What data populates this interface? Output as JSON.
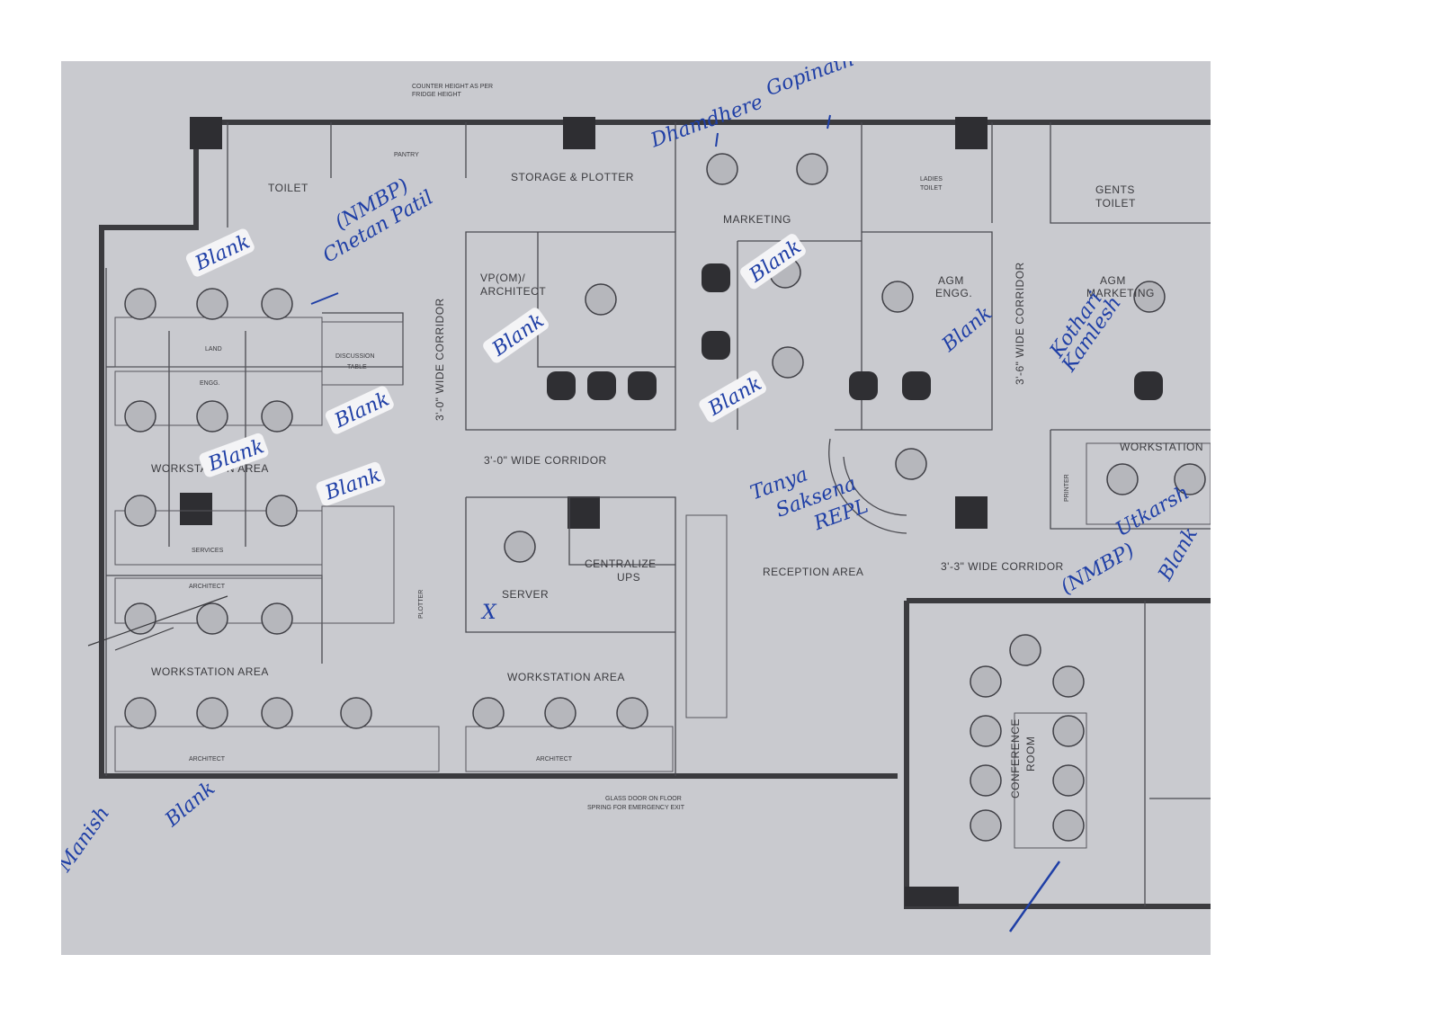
{
  "rooms": {
    "toilet": "TOILET",
    "pantry": "PANTRY",
    "storage_plotter": "STORAGE & PLOTTER",
    "marketing": "MARKETING",
    "ladies_toilet_1": "LADIES",
    "ladies_toilet_2": "TOILET",
    "gents_toilet_1": "GENTS",
    "gents_toilet_2": "TOILET",
    "vp_architect_1": "VP(OM)/",
    "vp_architect_2": "ARCHITECT",
    "agm_engg_1": "AGM",
    "agm_engg_2": "ENGG.",
    "agm_marketing_1": "AGM",
    "agm_marketing_2": "MARKETING",
    "land": "LAND",
    "engg": "ENGG.",
    "discussion_1": "DISCUSSION",
    "discussion_2": "TABLE",
    "workstation_top": "WORKSTATION AREA",
    "workstation_bottom_left": "WORKSTATION AREA",
    "workstation_bottom_mid": "WORKSTATION AREA",
    "workstation_right": "WORKSTATION",
    "services": "SERVICES",
    "architect_top": "ARCHITECT",
    "architect_bottom_left": "ARCHITECT",
    "architect_bottom_mid": "ARCHITECT",
    "server": "SERVER",
    "ups_1": "CENTRALIZE",
    "ups_2": "UPS",
    "reception": "RECEPTION AREA",
    "plotter": "PLOTTER",
    "printer": "PRINTER",
    "conference_1": "CONFERENCE",
    "conference_2": "ROOM"
  },
  "corridors": {
    "vertical_left": "3'-0\" WIDE CORRIDOR",
    "horizontal_mid": "3'-0\" WIDE CORRIDOR",
    "vertical_right": "3'-6\" WIDE CORRIDOR",
    "horizontal_right": "3'-3\" WIDE CORRIDOR"
  },
  "notes": {
    "counter_1": "COUNTER HEIGHT AS PER",
    "counter_2": "FRIDGE HEIGHT",
    "glass_door_1": "GLASS DOOR ON FLOOR",
    "glass_door_2": "SPRING FOR EMERGENCY EXIT"
  },
  "annotations": {
    "blank": "Blank",
    "chetan": "Chetan Patil",
    "nmbp": "(NMBP)",
    "gopinath": "Gopinath",
    "dhamdhere": "Dhamdhere",
    "tanya": "Tanya",
    "saksena": "Saksena",
    "repl": "REPL",
    "kamlesh": "Kamlesh",
    "kothari": "Kothari",
    "manish": "Manish",
    "utkarsh": "Utkarsh",
    "nmbp_right": "(NMBP)",
    "x_mark": "X"
  },
  "colors": {
    "paper": "#c9cacf",
    "ink": "#1f3fa6",
    "line": "#3b3b3f"
  }
}
